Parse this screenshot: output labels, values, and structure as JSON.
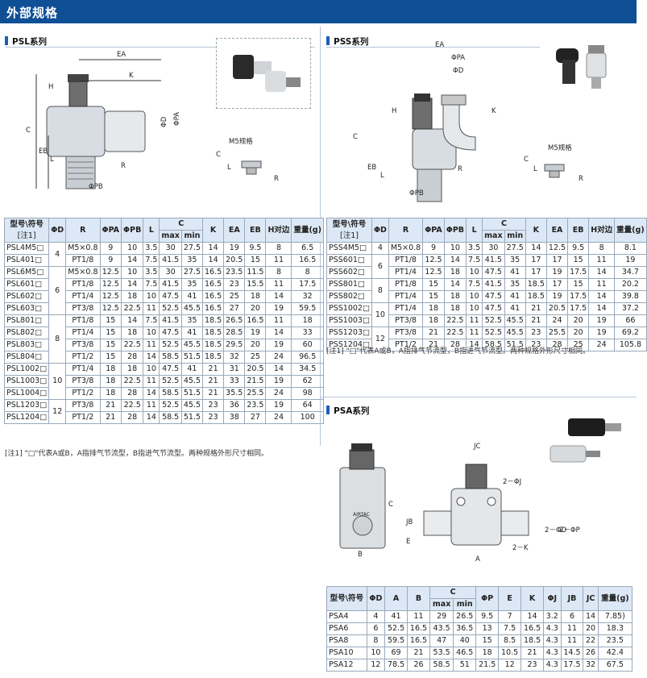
{
  "page_title": "外部规格",
  "psl": {
    "title": "PSL系列",
    "dims": {
      "EA": "EA",
      "K": "K",
      "H": "H",
      "C": "C",
      "EB": "EB",
      "L": "L",
      "R": "R",
      "PB": "ΦPB",
      "PD": "ΦD",
      "PA": "ΦPA"
    },
    "m5_label": "M5规格",
    "m5_dims": {
      "C": "C",
      "L": "L",
      "R": "R"
    },
    "headers": {
      "model": "型号\\符号",
      "note_ref": "[注1]",
      "D": "ΦD",
      "R": "R",
      "PA": "ΦPA",
      "PB": "ΦPB",
      "L": "L",
      "C": "C",
      "cmax": "max",
      "cmin": "min",
      "K": "K",
      "EA": "EA",
      "EB": "EB",
      "H": "H对边",
      "W": "重量(g)"
    },
    "rows": [
      [
        "PSL4M5□",
        "4",
        "M5×0.8",
        "9",
        "10",
        "3.5",
        "30",
        "27.5",
        "14",
        "19",
        "9.5",
        "8",
        "6.5"
      ],
      [
        "PSL401□",
        "",
        "PT1/8",
        "9",
        "14",
        "7.5",
        "41.5",
        "35",
        "14",
        "20.5",
        "15",
        "11",
        "16.5"
      ],
      [
        "PSL6M5□",
        "",
        "M5×0.8",
        "12.5",
        "10",
        "3.5",
        "30",
        "27.5",
        "16.5",
        "23.5",
        "11.5",
        "8",
        "8"
      ],
      [
        "PSL601□",
        "6",
        "PT1/8",
        "12.5",
        "14",
        "7.5",
        "41.5",
        "35",
        "16.5",
        "23",
        "15.5",
        "11",
        "17.5"
      ],
      [
        "PSL602□",
        "",
        "PT1/4",
        "12.5",
        "18",
        "10",
        "47.5",
        "41",
        "16.5",
        "25",
        "18",
        "14",
        "32"
      ],
      [
        "PSL603□",
        "",
        "PT3/8",
        "12.5",
        "22.5",
        "11",
        "52.5",
        "45.5",
        "16.5",
        "27",
        "20",
        "19",
        "59.5"
      ],
      [
        "PSL801□",
        "",
        "PT1/8",
        "15",
        "14",
        "7.5",
        "41.5",
        "35",
        "18.5",
        "26.5",
        "16.5",
        "11",
        "18"
      ],
      [
        "PSL802□",
        "8",
        "PT1/4",
        "15",
        "18",
        "10",
        "47.5",
        "41",
        "18.5",
        "28.5",
        "19",
        "14",
        "33"
      ],
      [
        "PSL803□",
        "",
        "PT3/8",
        "15",
        "22.5",
        "11",
        "52.5",
        "45.5",
        "18.5",
        "29.5",
        "20",
        "19",
        "60"
      ],
      [
        "PSL804□",
        "",
        "PT1/2",
        "15",
        "28",
        "14",
        "58.5",
        "51.5",
        "18.5",
        "32",
        "25",
        "24",
        "96.5"
      ],
      [
        "PSL1002□",
        "",
        "PT1/4",
        "18",
        "18",
        "10",
        "47.5",
        "41",
        "21",
        "31",
        "20.5",
        "14",
        "34.5"
      ],
      [
        "PSL1003□",
        "10",
        "PT3/8",
        "18",
        "22.5",
        "11",
        "52.5",
        "45.5",
        "21",
        "33",
        "21.5",
        "19",
        "62"
      ],
      [
        "PSL1004□",
        "",
        "PT1/2",
        "18",
        "28",
        "14",
        "58.5",
        "51.5",
        "21",
        "35.5",
        "25.5",
        "24",
        "98"
      ],
      [
        "PSL1203□",
        "12",
        "PT3/8",
        "21",
        "22.5",
        "11",
        "52.5",
        "45.5",
        "23",
        "36",
        "23.5",
        "19",
        "64"
      ],
      [
        "PSL1204□",
        "",
        "PT1/2",
        "21",
        "28",
        "14",
        "58.5",
        "51.5",
        "23",
        "38",
        "27",
        "24",
        "100"
      ]
    ],
    "note": "[注1] \"□\"代表A或B，A指排气节流型，B指进气节流型。两种规格外形尺寸相同。"
  },
  "pss": {
    "title": "PSS系列",
    "dims": {
      "EA": "EA",
      "PA": "ΦPA",
      "PD": "ΦD",
      "K": "K",
      "H": "H",
      "C": "C",
      "EB": "EB",
      "L": "L",
      "R": "R",
      "PB": "ΦPB"
    },
    "m5_label": "M5规格",
    "m5_dims": {
      "C": "C",
      "L": "L",
      "R": "R"
    },
    "headers": {
      "model": "型号\\符号",
      "note_ref": "[注1]",
      "D": "ΦD",
      "R": "R",
      "PA": "ΦPA",
      "PB": "ΦPB",
      "L": "L",
      "C": "C",
      "cmax": "max",
      "cmin": "min",
      "K": "K",
      "EA": "EA",
      "EB": "EB",
      "H": "H对边",
      "W": "重量(g)"
    },
    "rows": [
      [
        "PSS4M5□",
        "4",
        "M5×0.8",
        "9",
        "10",
        "3.5",
        "30",
        "27.5",
        "14",
        "12.5",
        "9.5",
        "8",
        "8.1"
      ],
      [
        "PSS601□",
        "6",
        "PT1/8",
        "12.5",
        "14",
        "7.5",
        "41.5",
        "35",
        "17",
        "17",
        "15",
        "11",
        "19"
      ],
      [
        "PSS602□",
        "",
        "PT1/4",
        "12.5",
        "18",
        "10",
        "47.5",
        "41",
        "17",
        "19",
        "17.5",
        "14",
        "34.7"
      ],
      [
        "PSS801□",
        "8",
        "PT1/8",
        "15",
        "14",
        "7.5",
        "41.5",
        "35",
        "18.5",
        "17",
        "15",
        "11",
        "20.2"
      ],
      [
        "PSS802□",
        "",
        "PT1/4",
        "15",
        "18",
        "10",
        "47.5",
        "41",
        "18.5",
        "19",
        "17.5",
        "14",
        "39.8"
      ],
      [
        "PSS1002□",
        "10",
        "PT1/4",
        "18",
        "18",
        "10",
        "47.5",
        "41",
        "21",
        "20.5",
        "17.5",
        "14",
        "37.2"
      ],
      [
        "PSS1003□",
        "",
        "PT3/8",
        "18",
        "22.5",
        "11",
        "52.5",
        "45.5",
        "21",
        "24",
        "20",
        "19",
        "66"
      ],
      [
        "PSS1203□",
        "12",
        "PT3/8",
        "21",
        "22.5",
        "11",
        "52.5",
        "45.5",
        "23",
        "25.5",
        "20",
        "19",
        "69.2"
      ],
      [
        "PSS1204□",
        "",
        "PT1/2",
        "21",
        "28",
        "14",
        "58.5",
        "51.5",
        "23",
        "28",
        "25",
        "24",
        "105.8"
      ]
    ],
    "note": "[注1] \"□\"代表A或B，A指排气节流型，B指进气节流型。两种规格外形尺寸相同。"
  },
  "psa": {
    "title": "PSA系列",
    "dims": {
      "JC": "JC",
      "J2": "2－ΦJ",
      "C": "C",
      "JB": "JB",
      "E": "E",
      "B": "B",
      "A": "A",
      "K2": "2－K",
      "D2": "2－ΦD",
      "P2": "2－ΦP",
      "brand": "AIRTAC"
    },
    "headers": {
      "model": "型号\\符号",
      "D": "ΦD",
      "A": "A",
      "B": "B",
      "C": "C",
      "cmax": "max",
      "cmin": "min",
      "P": "ΦP",
      "E": "E",
      "K": "K",
      "J": "ΦJ",
      "JB": "JB",
      "JC": "JC",
      "W": "重量(g)"
    },
    "rows": [
      [
        "PSA4",
        "4",
        "41",
        "11",
        "29",
        "26.5",
        "9.5",
        "7",
        "14",
        "3.2",
        "6",
        "14",
        "7.85)"
      ],
      [
        "PSA6",
        "6",
        "52.5",
        "16.5",
        "43.5",
        "36.5",
        "13",
        "7.5",
        "16.5",
        "4.3",
        "11",
        "20",
        "18.3"
      ],
      [
        "PSA8",
        "8",
        "59.5",
        "16.5",
        "47",
        "40",
        "15",
        "8.5",
        "18.5",
        "4.3",
        "11",
        "22",
        "23.5"
      ],
      [
        "PSA10",
        "10",
        "69",
        "21",
        "53.5",
        "46.5",
        "18",
        "10.5",
        "21",
        "4.3",
        "14.5",
        "26",
        "42.4"
      ],
      [
        "PSA12",
        "12",
        "78.5",
        "26",
        "58.5",
        "51",
        "21.5",
        "12",
        "23",
        "4.3",
        "17.5",
        "32",
        "67.5"
      ]
    ]
  }
}
